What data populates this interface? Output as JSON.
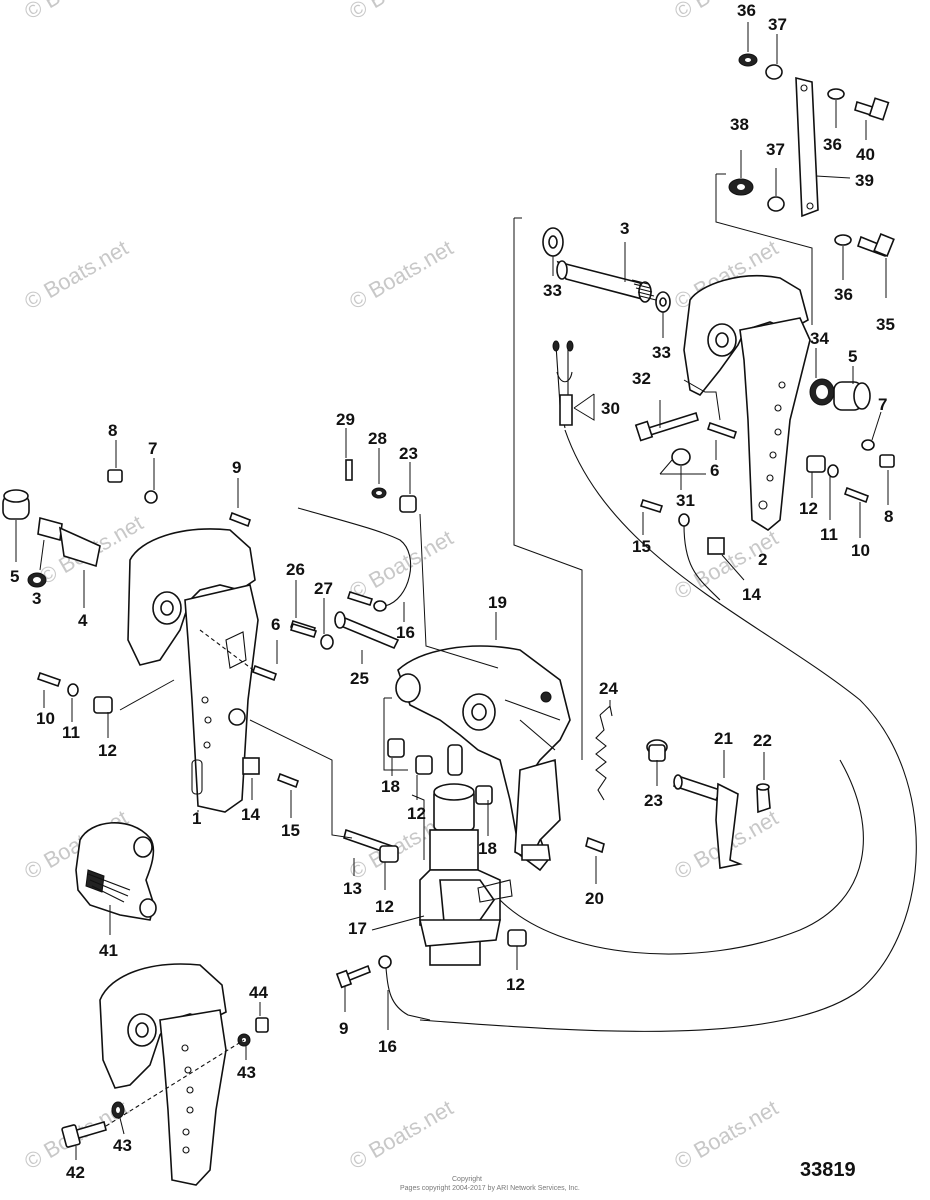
{
  "diagram": {
    "figure_number": "33819",
    "footer_lines": [
      "Copyright",
      "Pages copyright 2004-2017 by ARI Network Services, Inc."
    ],
    "watermark_text": "© Boats.net",
    "callouts": [
      "1",
      "2",
      "3",
      "4",
      "5",
      "6",
      "7",
      "8",
      "9",
      "10",
      "11",
      "12",
      "13",
      "14",
      "15",
      "16",
      "17",
      "18",
      "19",
      "20",
      "21",
      "22",
      "23",
      "24",
      "25",
      "26",
      "27",
      "28",
      "29",
      "30",
      "31",
      "32",
      "33",
      "34",
      "35",
      "36",
      "37",
      "38",
      "39",
      "40",
      "41",
      "42",
      "43",
      "44"
    ]
  }
}
